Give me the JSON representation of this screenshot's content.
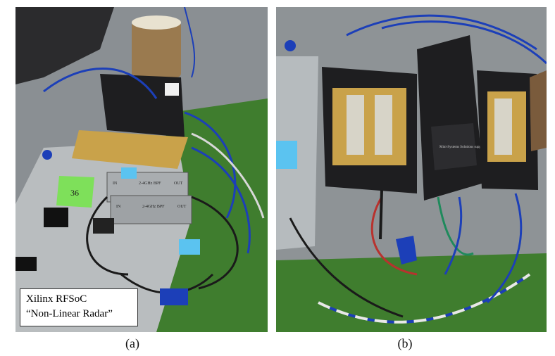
{
  "figure": {
    "panel_a": {
      "caption": "(a)",
      "overlay_label": {
        "line1": "Xilinx RFSoC",
        "line2": "“Non-Linear Radar”"
      },
      "photo_labels": {
        "sticky_note": "36",
        "filter_upper_in": "IN",
        "filter_upper_band": "2-4GHz BPF",
        "filter_upper_out": "OUT",
        "filter_lower_in": "IN",
        "filter_lower_band": "2-4GHz BPF",
        "filter_lower_out": "OUT"
      }
    },
    "panel_b": {
      "caption": "(b)",
      "photo_labels": {
        "enclosure_text": "Mini-Systems Solutions support@..."
      }
    }
  },
  "colors": {
    "cable_blue": "#1c3fb8",
    "cable_black": "#1a1a1a",
    "turf_green": "#3f7d2e",
    "metal_plate": "#b9bdbf",
    "enclosure_black": "#1e1e20",
    "board_gold": "#c9a24a",
    "sticky_green": "#7ee05a",
    "tape_blue": "#5bc3f0"
  }
}
